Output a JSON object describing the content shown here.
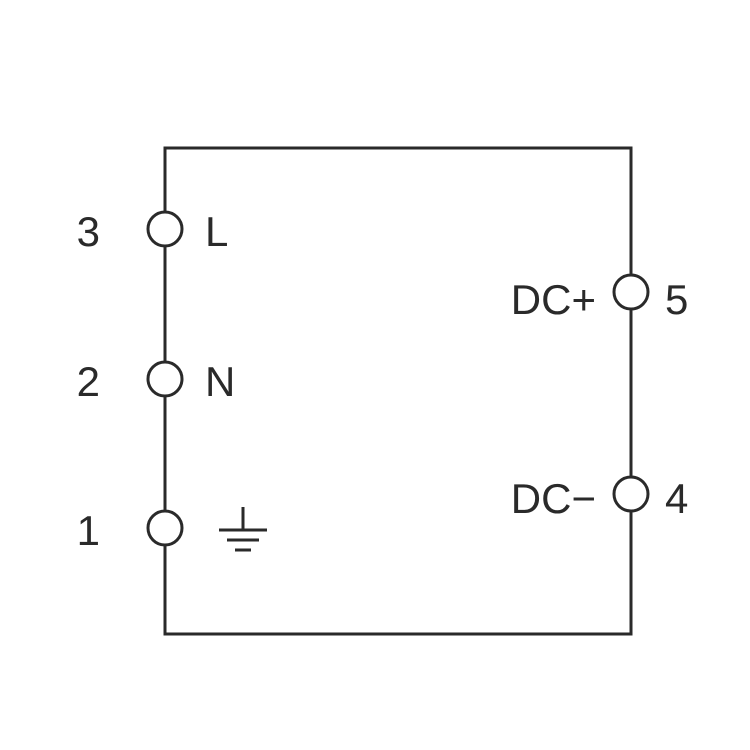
{
  "diagram": {
    "stroke_color": "#2a2a2a",
    "background": "#ffffff",
    "left_terminals": [
      {
        "number": "3",
        "label": "L"
      },
      {
        "number": "2",
        "label": "N"
      },
      {
        "number": "1",
        "label": "",
        "icon": "ground-icon"
      }
    ],
    "right_terminals": [
      {
        "number": "5",
        "label": "DC+"
      },
      {
        "number": "4",
        "label": "DC−"
      }
    ]
  }
}
